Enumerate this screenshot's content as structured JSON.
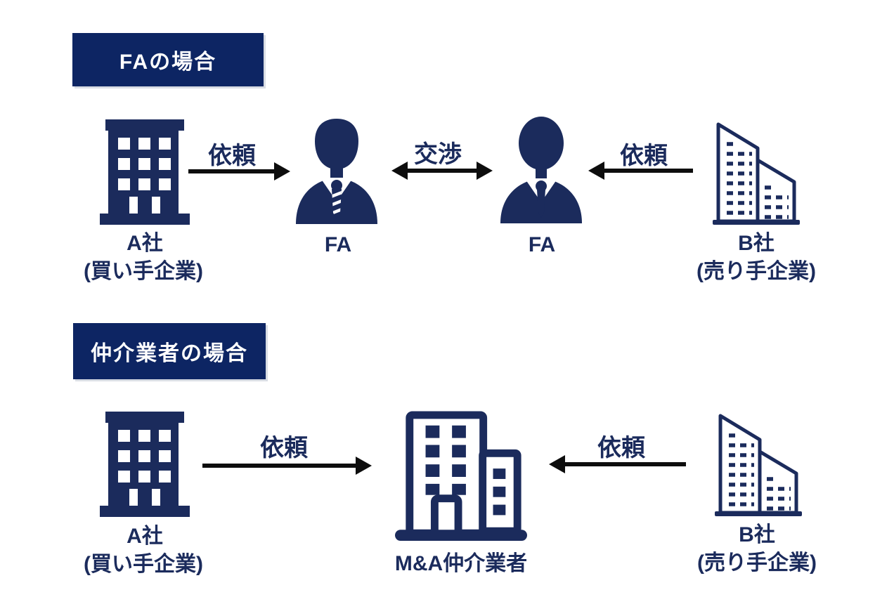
{
  "colors": {
    "navy": "#1b2b5c",
    "badge_bg": "#0d2563",
    "arrow": "#0d0d0d",
    "background": "#ffffff"
  },
  "sections": [
    {
      "badge": "FAの場合",
      "nodes": [
        {
          "icon": "office-building-filled-icon",
          "label": "A社",
          "sublabel": "(買い手企業)"
        },
        {
          "icon": "businessman-icon",
          "label": "FA"
        },
        {
          "icon": "businessman-icon",
          "label": "FA"
        },
        {
          "icon": "office-building-outline-icon",
          "label": "B社",
          "sublabel": "(売り手企業)"
        }
      ],
      "arrows": [
        {
          "label": "依頼",
          "direction": "right",
          "from": "A社",
          "to": "FA"
        },
        {
          "label": "交渉",
          "direction": "both",
          "from": "FA",
          "to": "FA"
        },
        {
          "label": "依頼",
          "direction": "left",
          "from": "B社",
          "to": "FA"
        }
      ]
    },
    {
      "badge": "仲介業者の場合",
      "nodes": [
        {
          "icon": "office-building-filled-icon",
          "label": "A社",
          "sublabel": "(買い手企業)"
        },
        {
          "icon": "office-tower-outline-icon",
          "label": "M&A仲介業者"
        },
        {
          "icon": "office-building-outline-icon",
          "label": "B社",
          "sublabel": "(売り手企業)"
        }
      ],
      "arrows": [
        {
          "label": "依頼",
          "direction": "right",
          "from": "A社",
          "to": "M&A仲介業者"
        },
        {
          "label": "依頼",
          "direction": "left",
          "from": "B社",
          "to": "M&A仲介業者"
        }
      ]
    }
  ]
}
